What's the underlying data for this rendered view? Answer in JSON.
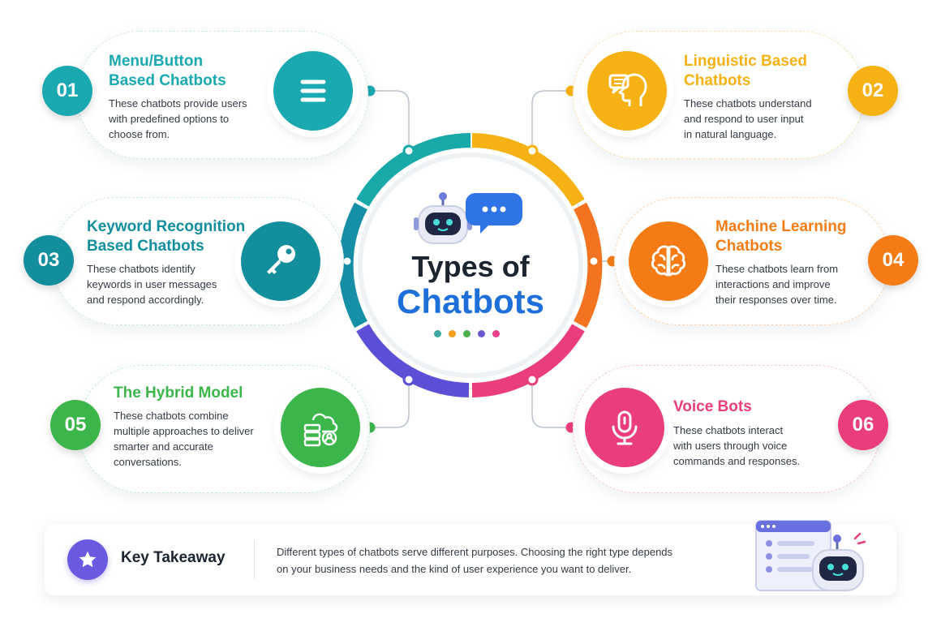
{
  "center": {
    "title_line1": "Types of",
    "title_line2": "Chatbots",
    "dot_colors": [
      "#3aa89e",
      "#f4a11a",
      "#4caf50",
      "#6a5acd",
      "#e93e8a"
    ]
  },
  "items": [
    {
      "number": "01",
      "title_line1": "Menu/Button",
      "title_line2": "Based Chatbots",
      "desc": [
        "These chatbots provide users",
        "with predefined options to",
        "choose from."
      ],
      "color": "#1aa9b0",
      "icon": "menu-icon"
    },
    {
      "number": "02",
      "title_line1": "Linguistic Based",
      "title_line2": "Chatbots",
      "desc": [
        "These chatbots understand",
        "and respond to user input",
        "in natural language."
      ],
      "color": "#f6b214",
      "icon": "head-chat-icon"
    },
    {
      "number": "03",
      "title_line1": "Keyword Recognition",
      "title_line2": "Based Chatbots",
      "desc": [
        "These chatbots identify",
        "keywords in user messages",
        "and respond accordingly."
      ],
      "color": "#128e9c",
      "icon": "key-icon"
    },
    {
      "number": "04",
      "title_line1": "Machine Learning",
      "title_line2": "Chatbots",
      "desc": [
        "These chatbots learn from",
        "interactions and improve",
        "their responses over time."
      ],
      "color": "#f57c14",
      "icon": "brain-icon"
    },
    {
      "number": "05",
      "title_line1": "The Hybrid Model",
      "title_line2": "",
      "desc": [
        "These chatbots combine",
        "multiple approaches to deliver",
        "smarter and accurate",
        "conversations."
      ],
      "color": "#3cb64a",
      "icon": "cloud-server-user-icon"
    },
    {
      "number": "06",
      "title_line1": "Voice Bots",
      "title_line2": "",
      "desc": [
        "These chatbots interact",
        "with users through voice",
        "commands and responses."
      ],
      "color": "#ea3e7c",
      "icon": "microphone-icon"
    }
  ],
  "takeaway": {
    "heading": "Key Takeaway",
    "line1": "Different types of chatbots serve different purposes. Choosing the right type depends",
    "line2": "on your business needs and the kind of user experience you want to deliver.",
    "accent": "#6a5ae0",
    "icon": "star-icon"
  },
  "colors": {
    "title_blue": "#1e6fd9",
    "title_dark": "#1c2430"
  }
}
